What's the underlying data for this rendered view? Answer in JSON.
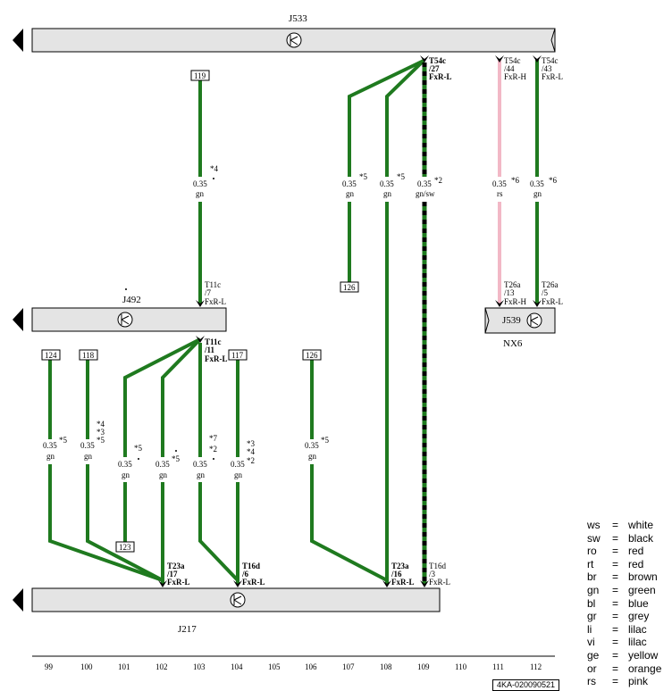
{
  "components": {
    "top_bus": "J533",
    "gateway": "J492",
    "right_unit": "J539",
    "right_unit_group": "NX6",
    "bottom_bus": "J217"
  },
  "references": {
    "r119": "119",
    "r126a": "126",
    "r124": "124",
    "r118": "118",
    "r117": "117",
    "r126b": "126",
    "r123": "123"
  },
  "wires": {
    "w103_top": {
      "size": "0.35",
      "color": "gn",
      "note": "*4"
    },
    "w107": {
      "size": "0.35",
      "color": "gn",
      "note": "*5"
    },
    "w108": {
      "size": "0.35",
      "color": "gn",
      "note": "*5"
    },
    "w109": {
      "size": "0.35",
      "color": "gn/sw",
      "note": "*2"
    },
    "w111": {
      "size": "0.35",
      "color": "rs",
      "note": "*6"
    },
    "w112": {
      "size": "0.35",
      "color": "gn",
      "note": "*6"
    },
    "w99": {
      "size": "0.35",
      "color": "gn",
      "note": "*5"
    },
    "w100": {
      "size": "0.35",
      "color": "gn",
      "note1": "*4",
      "note2": "*3",
      "note3": "*5"
    },
    "w101": {
      "size": "0.35",
      "color": "gn",
      "note": "*5"
    },
    "w102": {
      "size": "0.35",
      "color": "gn",
      "note": "*5"
    },
    "w103_bot": {
      "size": "0.35",
      "color": "gn",
      "note1": "*7",
      "note2": "*2"
    },
    "w104": {
      "size": "0.35",
      "color": "gn",
      "note1": "*3",
      "note2": "*4",
      "note3": "*2"
    },
    "w106": {
      "size": "0.35",
      "color": "gn",
      "note": "*5"
    }
  },
  "connectors": {
    "t54c_27": {
      "a": "T54c",
      "b": "/27",
      "c": "FxR-L"
    },
    "t54c_44": {
      "a": "T54c",
      "b": "/44",
      "c": "FxR-H"
    },
    "t54c_43": {
      "a": "T54c",
      "b": "/43",
      "c": "FxR-L"
    },
    "t11c_7": {
      "a": "T11c",
      "b": "/7",
      "c": "FxR-L"
    },
    "t26a_13": {
      "a": "T26a",
      "b": "/13",
      "c": "FxR-H"
    },
    "t26a_5": {
      "a": "T26a",
      "b": "/5",
      "c": "FxR-L"
    },
    "t11c_11": {
      "a": "T11c",
      "b": "/11",
      "c": "FxR-L"
    },
    "t23a_17": {
      "a": "T23a",
      "b": "/17",
      "c": "FxR-L"
    },
    "t16d_6": {
      "a": "T16d",
      "b": "/6",
      "c": "FxR-L"
    },
    "t23a_16": {
      "a": "T23a",
      "b": "/16",
      "c": "FxR-L"
    },
    "t16d_3": {
      "a": "T16d",
      "b": "/3",
      "c": "FxR-L"
    }
  },
  "columns": [
    "99",
    "100",
    "101",
    "102",
    "103",
    "104",
    "105",
    "106",
    "107",
    "108",
    "109",
    "110",
    "111",
    "112"
  ],
  "legend": [
    {
      "code": "ws",
      "eq": "=",
      "name": "white"
    },
    {
      "code": "sw",
      "eq": "=",
      "name": "black"
    },
    {
      "code": "ro",
      "eq": "=",
      "name": "red"
    },
    {
      "code": "rt",
      "eq": "=",
      "name": "red"
    },
    {
      "code": "br",
      "eq": "=",
      "name": "brown"
    },
    {
      "code": "gn",
      "eq": "=",
      "name": "green"
    },
    {
      "code": "bl",
      "eq": "=",
      "name": "blue"
    },
    {
      "code": "gr",
      "eq": "=",
      "name": "grey"
    },
    {
      "code": "li",
      "eq": "=",
      "name": "lilac"
    },
    {
      "code": "vi",
      "eq": "=",
      "name": "lilac"
    },
    {
      "code": "ge",
      "eq": "=",
      "name": "yellow"
    },
    {
      "code": "or",
      "eq": "=",
      "name": "orange"
    },
    {
      "code": "rs",
      "eq": "=",
      "name": "pink"
    }
  ],
  "footer_code": "4KA-020090521",
  "colors": {
    "green": "#1f7a1f",
    "pink": "#f2b8c6",
    "black": "#000000",
    "bus_fill": "#e4e4e4"
  }
}
